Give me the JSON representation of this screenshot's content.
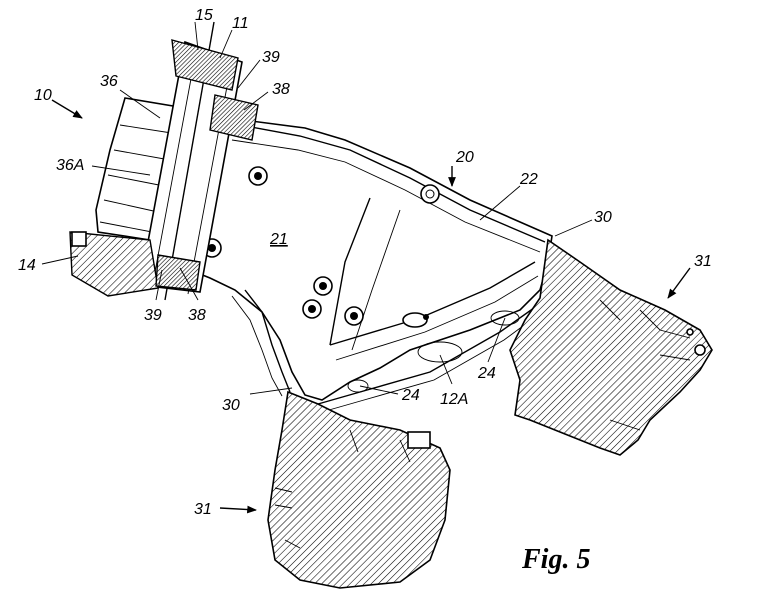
{
  "figure_caption": "Fig. 5",
  "labels": {
    "l15": "15",
    "l11": "11",
    "l39_top": "39",
    "l38_top": "38",
    "l10": "10",
    "l36": "36",
    "l36A": "36A",
    "l20": "20",
    "l22": "22",
    "l21": "21",
    "l30_right": "30",
    "l31_right": "31",
    "l14": "14",
    "l39_bottom": "39",
    "l38_bottom": "38",
    "l24_right": "24",
    "l12A": "12A",
    "l30_left": "30",
    "l24_left": "24",
    "l31_left": "31"
  }
}
